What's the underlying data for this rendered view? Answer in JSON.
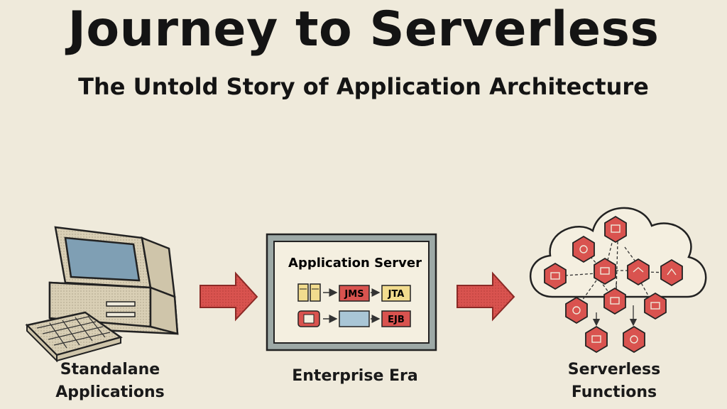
{
  "title": "Journey to Serverless",
  "subtitle": "The Untold Story of Application Architecture",
  "stages": [
    {
      "caption_line1": "Standalane",
      "caption_line2": "Applications"
    },
    {
      "caption": "Enterprise Era"
    },
    {
      "caption_line1": "Serverless",
      "caption_line2": "Functions"
    }
  ],
  "app_server": {
    "title": "Application Server",
    "modules": [
      "JMS",
      "JTA",
      "EJB"
    ]
  },
  "colors": {
    "background": "#efeadb",
    "accent_red": "#d9534f",
    "module_yellow": "#f2dc8e",
    "module_blue": "#a9c6d6",
    "screen_blue": "#7f9fb4"
  },
  "icons": {
    "stage1": "desktop-computer-icon",
    "stage2": "application-server-icon",
    "stage3": "cloud-functions-icon"
  }
}
